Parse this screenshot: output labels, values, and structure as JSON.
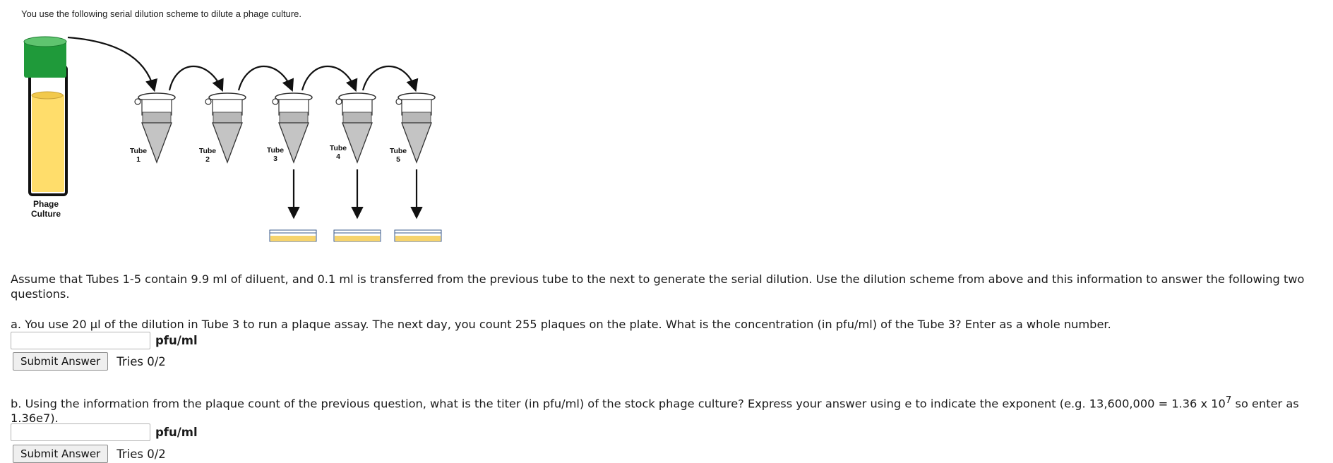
{
  "intro": "You use the following serial dilution scheme to dilute a phage culture.",
  "figure": {
    "stock_label_line1": "Phage",
    "stock_label_line2": "Culture",
    "tube_word": "Tube",
    "tube_numbers": [
      "1",
      "2",
      "3",
      "4",
      "5"
    ],
    "colors": {
      "cap": "#1f9a3a",
      "culture": "#ffdd6b",
      "tube_gray": "#c4c4c4",
      "plate_agar": "#f6d36c",
      "plate_rim": "#3a5a8a"
    }
  },
  "assume_text": "Assume that Tubes 1-5 contain 9.9 ml of diluent, and 0.1 ml is transferred from the previous tube to the next to generate the serial dilution. Use the dilution scheme from above and this information to answer the following two questions.",
  "question_a": {
    "text": "a. You use 20 µl of the dilution in Tube 3 to run a plaque assay. The next day, you count 255 plaques on the plate. What is the concentration (in pfu/ml) of the Tube 3? Enter as a whole number.",
    "input_value": "",
    "unit": "pfu/ml",
    "submit_label": "Submit Answer",
    "tries": "Tries 0/2"
  },
  "question_b": {
    "text_before": "b. Using the information from the plaque count of the previous question, what is the titer (in pfu/ml) of the stock phage culture? Express your answer using e to indicate the exponent (e.g. 13,600,000 = 1.36 x 10",
    "exponent": "7",
    "text_after": " so enter as 1.36e7).",
    "input_value": "",
    "unit": "pfu/ml",
    "submit_label": "Submit Answer",
    "tries": "Tries 0/2"
  }
}
